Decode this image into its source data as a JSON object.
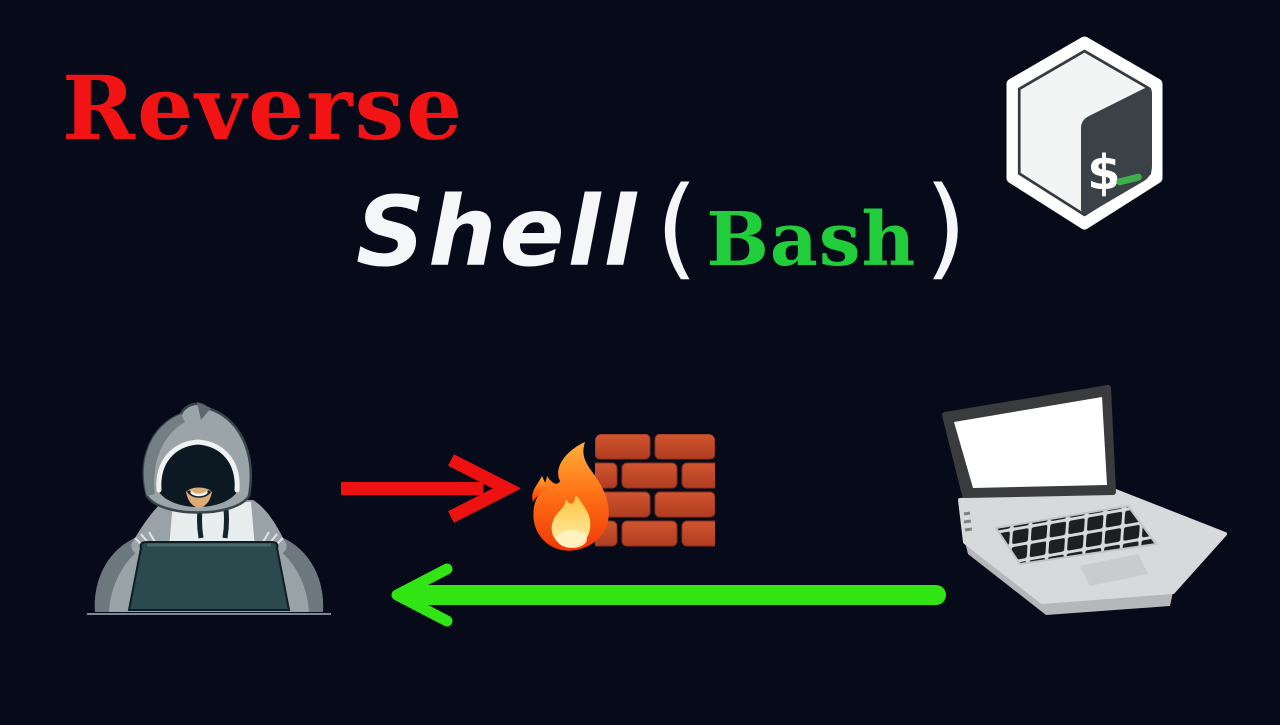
{
  "title": {
    "line1": "Reverse",
    "line2_word": "Shell",
    "paren_open": "(",
    "line2_accent": "Bash",
    "paren_close": ")"
  },
  "bash_logo": {
    "dollar": "$"
  },
  "colors": {
    "background": "#070a19",
    "title_red": "#f21414",
    "title_white": "#f4f6f8",
    "accent_green": "#21cd3b",
    "arrow_red": "#ee1111",
    "arrow_green": "#31e514",
    "brick_red": "#c4492b",
    "flame_orange": "#ff7517",
    "flame_yellow": "#ffc53d",
    "hoodie_gray": "#99a2a7",
    "hacker_laptop_teal": "#2b4a4e",
    "laptop_silver": "#d7d9db",
    "bash_face_dark": "#3a4147",
    "bash_cursor_green": "#3fae4a"
  },
  "icons": {
    "bash_logo": "bash-hexagon-terminal-logo",
    "hacker": "hooded-hacker-at-laptop",
    "red_arrow": "attack-arrow-right",
    "firewall": "flame-and-brick-wall-firewall",
    "green_arrow": "reverse-shell-arrow-left",
    "laptop": "target-laptop"
  }
}
